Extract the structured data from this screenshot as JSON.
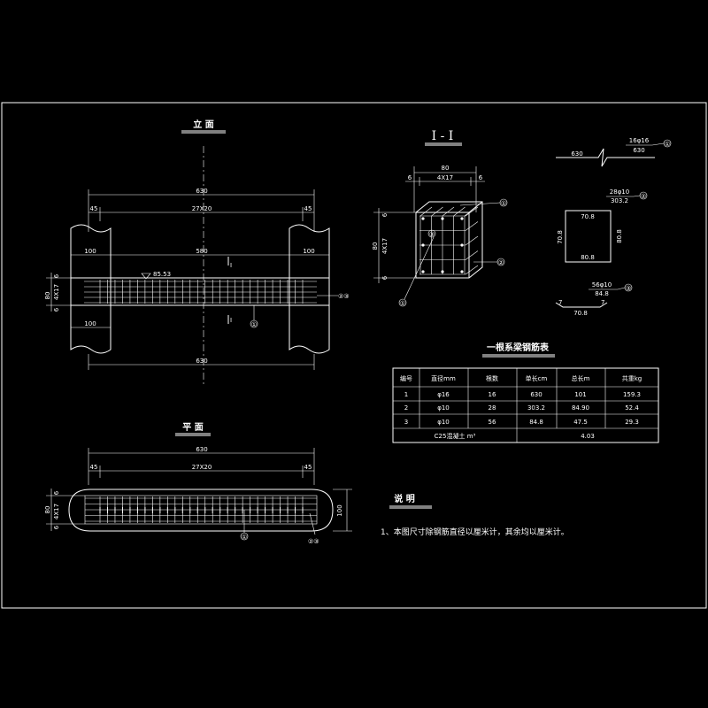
{
  "titles": {
    "elevation": "立  面",
    "section": "I - I",
    "plan": "平  面",
    "table": "一根系梁钢筋表",
    "notes": "说  明"
  },
  "elevation": {
    "dim_total_top": "630",
    "dim_left_end": "45",
    "dim_spacing": "27X20",
    "dim_right_end": "45",
    "dim_left_col": "100",
    "dim_clear": "580",
    "dim_right_col": "100",
    "dim_left_col_low": "100",
    "dim_total_bottom": "630",
    "level": "85.53",
    "dim_v_top": "6",
    "dim_v_mid": "4X17",
    "dim_v_height": "80",
    "dim_v_bot": "6",
    "section_mark_top": "I",
    "section_mark_bot": "I",
    "callout_1": "①",
    "callout_23": "②③"
  },
  "section": {
    "dim_width": "80",
    "dim_left": "6",
    "dim_mid": "4X17",
    "dim_right": "6",
    "dim_v_top": "6",
    "dim_v_mid": "4X17",
    "dim_v_height": "80",
    "dim_v_bot": "6",
    "callout_1a": "①",
    "callout_1b": "①",
    "callout_2": "②",
    "callout_3": "③"
  },
  "bars": {
    "bar1_spec": "16φ16",
    "bar1_len": "630",
    "bar1_dim": "630",
    "bar1_id": "①",
    "bar2_spec": "28φ10",
    "bar2_len": "303.2",
    "bar2_top": "70.8",
    "bar2_left": "70.8",
    "bar2_right": "80.8",
    "bar2_bottom": "80.8",
    "bar2_id": "②",
    "bar3_spec": "56φ10",
    "bar3_len": "84.8",
    "bar3_dim": "70.8",
    "bar3_hook_l": "7",
    "bar3_hook_r": "7",
    "bar3_id": "③"
  },
  "table": {
    "headers": [
      "编号",
      "直径mm",
      "根数",
      "单长cm",
      "总长m",
      "共重kg"
    ],
    "rows": [
      [
        "1",
        "φ16",
        "16",
        "630",
        "101",
        "159.3"
      ],
      [
        "2",
        "φ10",
        "28",
        "303.2",
        "84.90",
        "52.4"
      ],
      [
        "3",
        "φ10",
        "56",
        "84.8",
        "47.5",
        "29.3"
      ]
    ],
    "concrete_label": "C25混凝土 m³",
    "concrete_value": "4.03"
  },
  "plan": {
    "dim_total": "630",
    "dim_left_end": "45",
    "dim_spacing": "27X20",
    "dim_right_end": "45",
    "dim_v_top": "6",
    "dim_v_mid": "4X17",
    "dim_v_height": "80",
    "dim_v_bot": "6",
    "dim_v_right": "100",
    "callout_1": "①",
    "callout_23": "②③"
  },
  "notes": {
    "line1": "1、本图尺寸除钢筋直径以厘米计，其余均以厘米计。"
  }
}
